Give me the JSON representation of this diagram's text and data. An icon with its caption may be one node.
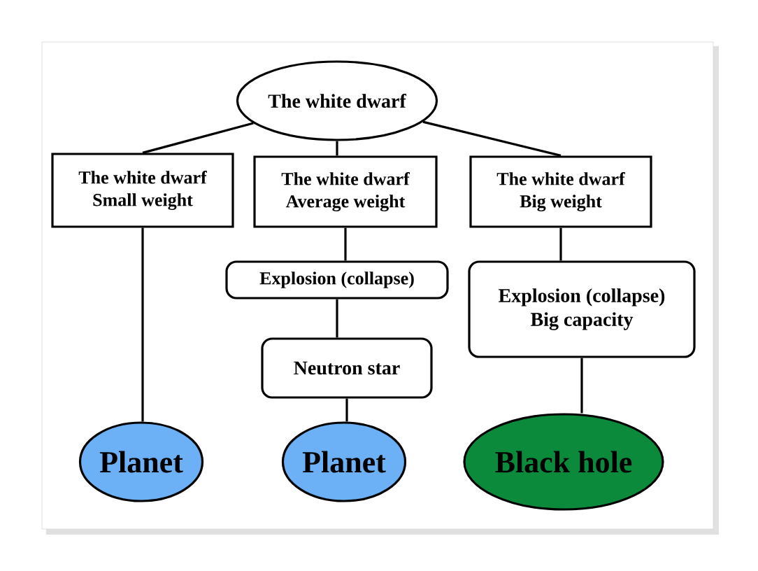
{
  "diagram": {
    "nodes": [
      {
        "text": [
          "The white dwarf"
        ]
      },
      {
        "text": [
          "The white dwarf",
          "Small weight"
        ]
      },
      {
        "text": [
          "The white dwarf",
          "Average weight"
        ]
      },
      {
        "text": [
          "The white dwarf",
          "Big weight"
        ]
      },
      {
        "text": [
          "Explosion (collapse)"
        ]
      },
      {
        "text": [
          "Neutron star"
        ]
      },
      {
        "text": [
          "Explosion (collapse)",
          "Big capacity"
        ]
      },
      {
        "text": [
          "Planet"
        ]
      },
      {
        "text": [
          "Planet"
        ]
      },
      {
        "text": [
          "Black hole"
        ]
      }
    ],
    "edges": [
      {
        "from": 0,
        "to": 1,
        "arrow": "none"
      },
      {
        "from": 0,
        "to": 2,
        "arrow": "none"
      },
      {
        "from": 0,
        "to": 3,
        "arrow": "none"
      },
      {
        "from": 1,
        "to": 7,
        "arrow": "none"
      },
      {
        "from": 2,
        "to": 4,
        "arrow": "none"
      },
      {
        "from": 4,
        "to": 5,
        "arrow": "none"
      },
      {
        "from": 5,
        "to": 8,
        "arrow": "none"
      },
      {
        "from": 3,
        "to": 6,
        "arrow": "none"
      },
      {
        "from": 6,
        "to": 9,
        "arrow": "none"
      }
    ]
  }
}
